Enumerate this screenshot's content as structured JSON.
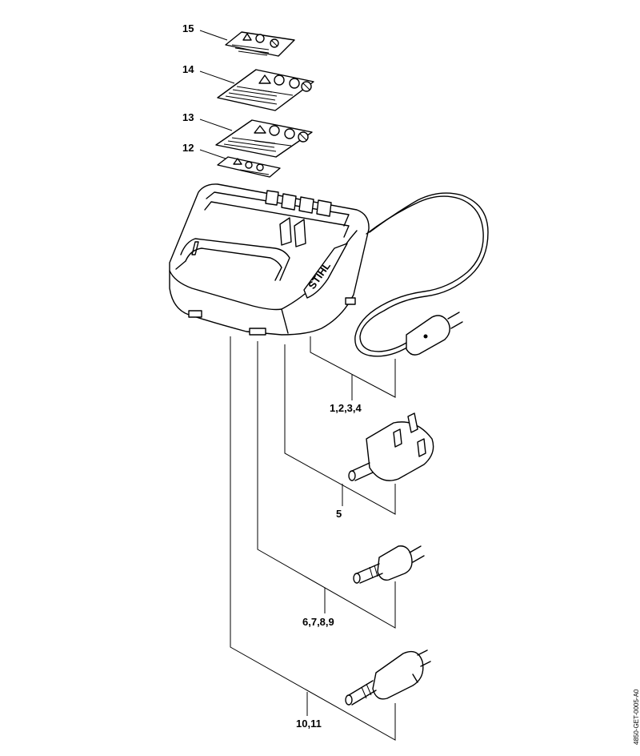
{
  "callouts": {
    "p15": "15",
    "p14": "14",
    "p13": "13",
    "p12": "12",
    "p1_4": "1,2,3,4",
    "p5": "5",
    "p6_9": "6,7,8,9",
    "p10_11": "10,11"
  },
  "charger_logo": "STIHL",
  "document_id": "4850-GET-0005-A0"
}
